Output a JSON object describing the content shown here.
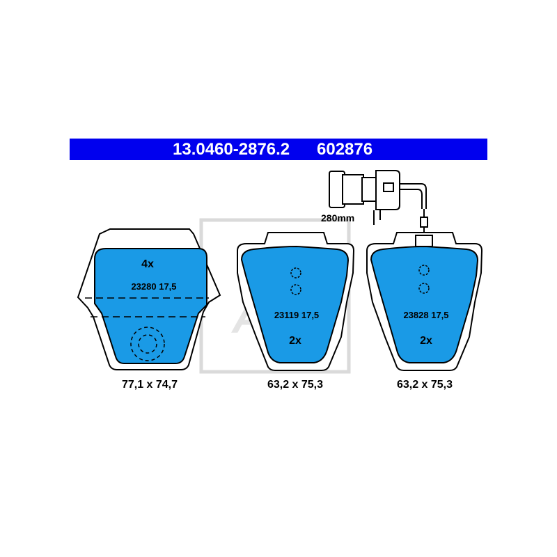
{
  "header": {
    "part_number": "13.0460-2876.2",
    "reference_number": "602876"
  },
  "sensor": {
    "length_label": "280mm"
  },
  "watermark": {
    "text": "ATE"
  },
  "pads": [
    {
      "quantity": "4x",
      "code": "23280 17,5",
      "dimensions": "77,1 x 74,7"
    },
    {
      "quantity": "2x",
      "code": "23119 17,5",
      "dimensions": "63,2 x 75,3"
    },
    {
      "quantity": "2x",
      "code": "23828 17,5",
      "dimensions": "63,2 x 75,3"
    }
  ],
  "colors": {
    "header": "#0000ee",
    "pad_fill": "#1a9ae6",
    "outline": "#000000",
    "watermark": "#dadada"
  }
}
